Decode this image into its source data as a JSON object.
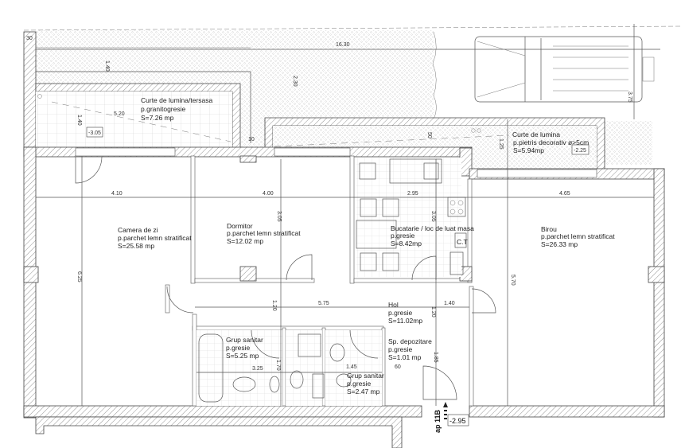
{
  "plan": {
    "rooms": [
      {
        "name": "Curte de lumina/tersasa",
        "floor": "p.granitogresie",
        "area": "S=7.26 mp"
      },
      {
        "name": "Curte de lumina",
        "floor": "p.pietris decorativ ø>5cm",
        "area": "S=5.94mp"
      },
      {
        "name": "Camera de zi",
        "floor": "p.parchet lemn stratificat",
        "area": "S=25.58 mp"
      },
      {
        "name": "Dormitor",
        "floor": "p.parchet lemn stratificat",
        "area": "S=12.02 mp"
      },
      {
        "name": "Bucatarie / loc de luat masa",
        "floor": "p.gresie",
        "area": "S=8.42mp"
      },
      {
        "name": "Birou",
        "floor": "p.parchet lemn stratificat",
        "area": "S=26.33 mp"
      },
      {
        "name": "Hol",
        "floor": "p.gresie",
        "area": "S=11.02mp"
      },
      {
        "name": "Grup sanitar",
        "floor": "p.gresie",
        "area": "S=5.25 mp"
      },
      {
        "name": "Sp. depozitare",
        "floor": "p.gresie",
        "area": "S=1.01 mp"
      },
      {
        "name": "Grup sanitar",
        "floor": "p.gresie",
        "area": "S=2.47 mp"
      }
    ],
    "dimensions": {
      "d30": "30",
      "d1630": "16.30",
      "d140a": "1.40",
      "d230": "2.30",
      "d375": "3.75",
      "d520": "5.20",
      "d140b": "1.40",
      "d10": "10",
      "d50": "50",
      "d125": "1.25",
      "d410": "4.10",
      "d400": "4.00",
      "d295": "2.95",
      "d465": "4.65",
      "d305a": "3.05",
      "d305b": "3.05",
      "d625": "6.25",
      "d570": "5.70",
      "d120a": "1.20",
      "d575": "5.75",
      "d120b": "1.20",
      "d140c": "1.40",
      "d325": "3.25",
      "d170": "1.70",
      "d145": "1.45",
      "d60": "60",
      "d185": "1.85"
    },
    "levels": {
      "terrace": "-3.05",
      "lightwell": "-2.25",
      "entry": "-2.95"
    },
    "ct_label": "C.T",
    "apartment_label": "ap 11B",
    "colors": {
      "line": "#444444",
      "hatch": "#666666",
      "background": "#ffffff"
    }
  }
}
